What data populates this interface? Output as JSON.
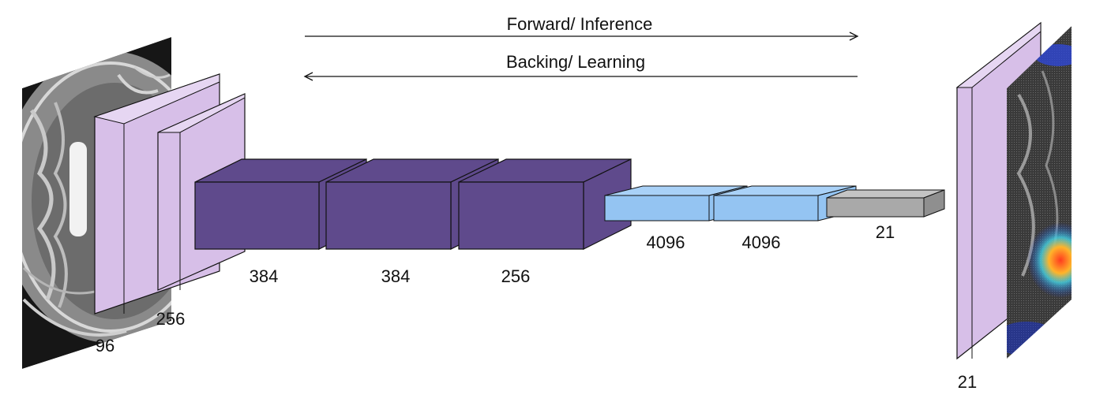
{
  "arrows": {
    "forward_label": "Forward/ Inference",
    "backward_label": "Backing/ Learning"
  },
  "layers": [
    {
      "id": "conv1",
      "label": "96"
    },
    {
      "id": "conv2",
      "label": "256"
    },
    {
      "id": "conv3",
      "label": "384"
    },
    {
      "id": "conv4",
      "label": "384"
    },
    {
      "id": "conv5",
      "label": "256"
    },
    {
      "id": "fc6",
      "label": "4096"
    },
    {
      "id": "fc7",
      "label": "4096"
    },
    {
      "id": "fc8",
      "label": "21"
    },
    {
      "id": "output",
      "label": "21"
    }
  ],
  "colors": {
    "early_conv": "#d7bfe8",
    "deep_conv": "#5f4a8c",
    "fully_connected": "#94c4f2",
    "classifier": "#a9a9a9",
    "heatmap_hot": "#ff3b1f",
    "heatmap_cold": "#1a33cc"
  },
  "images": {
    "input": "brain-mri-slice",
    "output": "brain-mri-heatmap-overlay"
  }
}
